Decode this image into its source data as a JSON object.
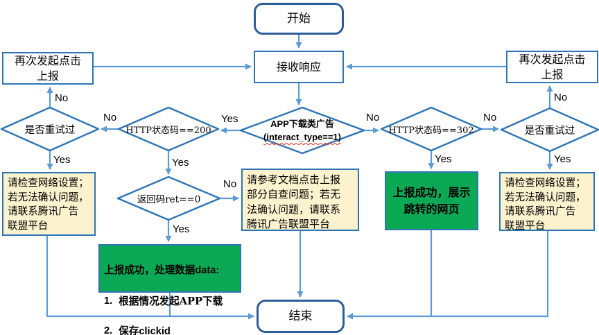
{
  "diagram_type": "flowchart",
  "colors": {
    "arrow": "#5B9BD5",
    "shape_border": "#2E75B6",
    "terminal_border": "#2C5D99",
    "beige_fill": "#FCF2CE",
    "green_fill": "#0BA956",
    "spellcheck_underline": "#E0351B",
    "text": "#000000"
  },
  "nodes": {
    "start": {
      "label": "开始"
    },
    "receive": {
      "label": "接收响应"
    },
    "report_left": {
      "label": "再次发起点击\n上报"
    },
    "report_right": {
      "label": "再次发起点击\n上报"
    },
    "retry_left": {
      "label": "是否重试过"
    },
    "http200": {
      "label": "HTTP状态码==200"
    },
    "app_ad": {
      "line1": "APP下载类广告",
      "line2": "(interact_type==1)"
    },
    "http302": {
      "label": "HTTP状态码==302"
    },
    "retry_right": {
      "label": "是否重试过"
    },
    "ret0": {
      "label": "返回码ret==0"
    },
    "check_network_left": {
      "label": "请检查网络设置；\n若无法确认问题，\n请联系腾讯广告\n联盟平台"
    },
    "refer_doc": {
      "label": "请参考文档点击上报\n部分自查问题；若无\n法确认问题，请联系\n腾讯广告联盟平台"
    },
    "report_success_web": {
      "label": "上报成功，展示\n跳转的网页"
    },
    "check_network_right": {
      "label": "请检查网络设置；\n若无法确认问题，\n请联系腾讯广告\n联盟平台"
    },
    "process_data": {
      "line1_cn": "上报成功，处理数据",
      "line1_en": "data:",
      "item1_marker": "1.",
      "item1_text": "根据情况发起APP下载",
      "item2_marker": "2.",
      "item2_text": "保存",
      "item2_wavy": "clickid"
    },
    "end": {
      "label": "结束"
    }
  },
  "edges": [
    {
      "from": "start",
      "to": "receive",
      "label": ""
    },
    {
      "from": "report_left",
      "to": "receive",
      "label": ""
    },
    {
      "from": "report_right",
      "to": "receive",
      "label": ""
    },
    {
      "from": "receive",
      "to": "app_ad",
      "label": ""
    },
    {
      "from": "app_ad",
      "to": "http200",
      "label": "Yes"
    },
    {
      "from": "app_ad",
      "to": "http302",
      "label": "No"
    },
    {
      "from": "http200",
      "to": "retry_left",
      "label": "No"
    },
    {
      "from": "http200",
      "to": "ret0",
      "label": "Yes"
    },
    {
      "from": "http302",
      "to": "retry_right",
      "label": "No"
    },
    {
      "from": "http302",
      "to": "report_success_web",
      "label": "Yes"
    },
    {
      "from": "retry_left",
      "to": "report_left",
      "label": "No"
    },
    {
      "from": "retry_left",
      "to": "check_network_left",
      "label": "Yes"
    },
    {
      "from": "retry_right",
      "to": "report_right",
      "label": "No"
    },
    {
      "from": "retry_right",
      "to": "check_network_right",
      "label": "Yes"
    },
    {
      "from": "ret0",
      "to": "refer_doc",
      "label": "No"
    },
    {
      "from": "ret0",
      "to": "process_data",
      "label": "Yes"
    },
    {
      "from": "refer_doc",
      "to": "end",
      "label": ""
    },
    {
      "from": "check_network_left",
      "to": "end",
      "label": ""
    },
    {
      "from": "process_data",
      "to": "end",
      "label": ""
    },
    {
      "from": "report_success_web",
      "to": "end",
      "label": ""
    },
    {
      "from": "check_network_right",
      "to": "end",
      "label": ""
    }
  ]
}
